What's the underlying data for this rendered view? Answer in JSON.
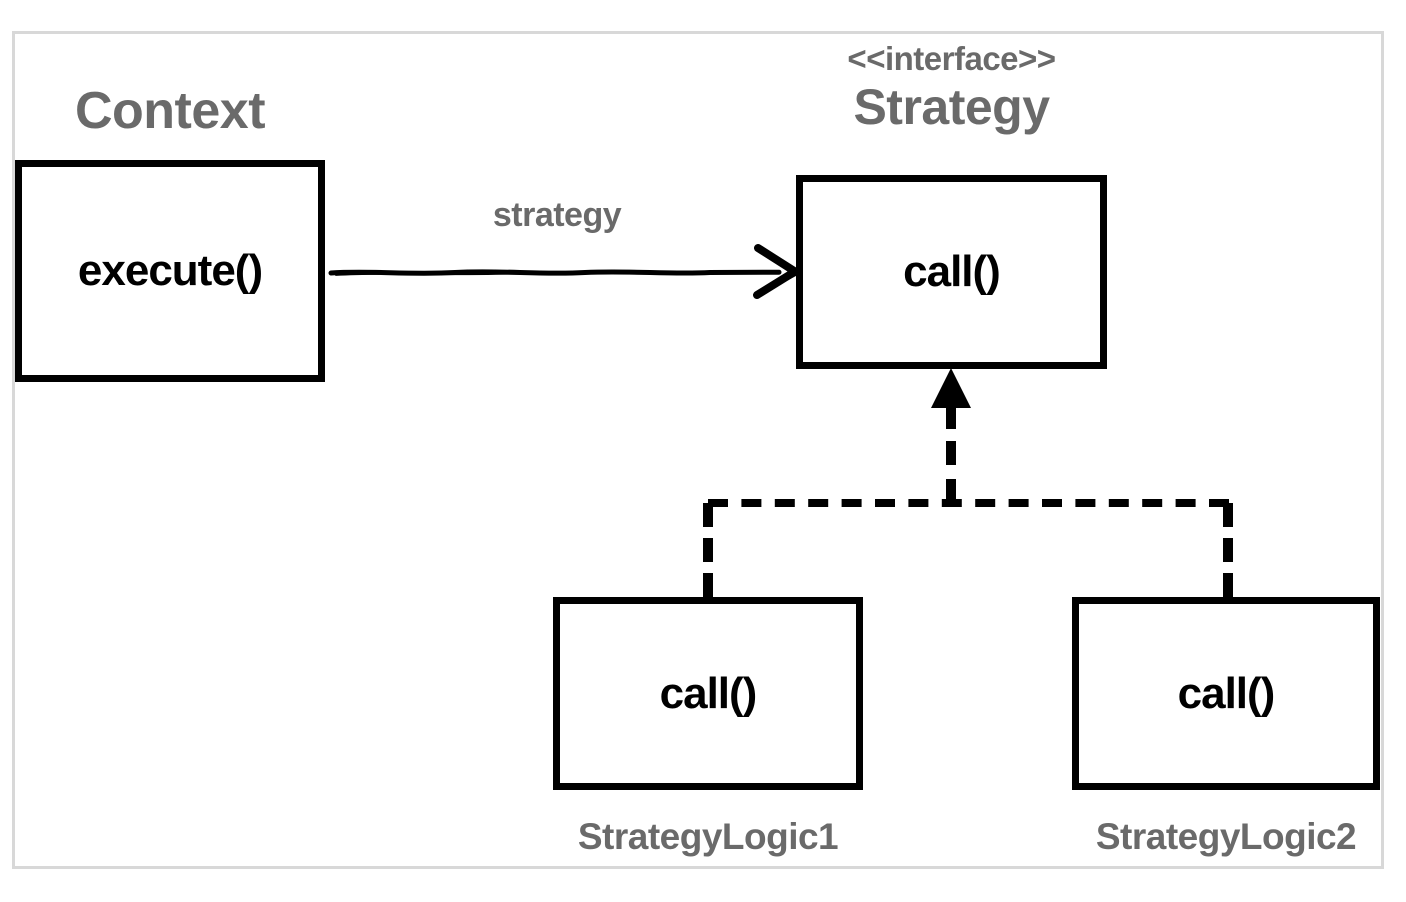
{
  "diagram_type": "uml-class-diagram-strategy-pattern",
  "nodes": {
    "context": {
      "label": "Context",
      "method": "execute()"
    },
    "strategy": {
      "stereotype": "<<interface>>",
      "label": "Strategy",
      "method": "call()"
    },
    "impl1": {
      "label": "StrategyLogic1",
      "method": "call()"
    },
    "impl2": {
      "label": "StrategyLogic2",
      "method": "call()"
    }
  },
  "edges": {
    "association": {
      "from": "Context",
      "to": "Strategy",
      "label": "strategy",
      "style": "solid-sketchy-open-arrow"
    },
    "realization1": {
      "from": "StrategyLogic1",
      "to": "Strategy",
      "style": "dashed-filled-triangle-arrow"
    },
    "realization2": {
      "from": "StrategyLogic2",
      "to": "Strategy",
      "style": "dashed-filled-triangle-arrow"
    }
  },
  "colors": {
    "label_gray": "#6a6a6a",
    "line_black": "#000000",
    "frame_gray": "#d8d8d8",
    "background": "#ffffff"
  }
}
